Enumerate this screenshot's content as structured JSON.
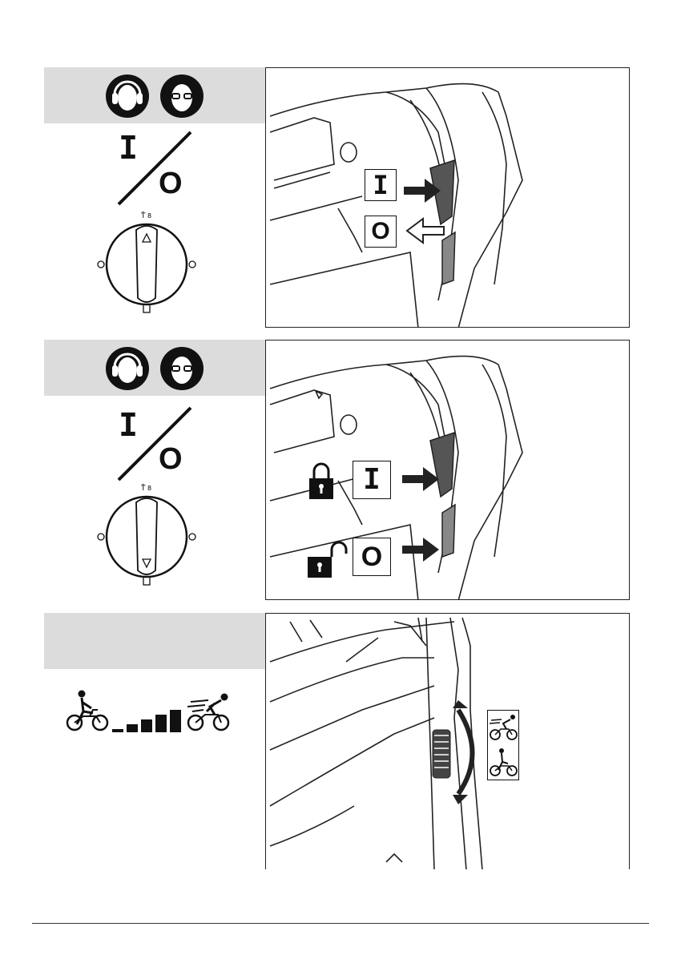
{
  "panels": [
    {
      "id": "switch-on-off",
      "symbols": {
        "on": "I",
        "off": "O"
      },
      "callouts": {
        "on": "I",
        "off": "O"
      }
    },
    {
      "id": "switch-lock",
      "symbols": {
        "on": "I",
        "off": "O"
      },
      "callouts": {
        "on": "I",
        "off": "O"
      }
    },
    {
      "id": "speed-control"
    }
  ],
  "icons": {
    "hearing_protection": "ear-protection-icon",
    "eye_protection": "eye-protection-icon",
    "mode_dial": "mode-selector-dial-icon",
    "lock": "lock-icon",
    "unlock": "unlock-icon",
    "cyclist_slow": "cyclist-slow-icon",
    "cyclist_fast": "cyclist-fast-icon",
    "speed_bars": "speed-bars-icon"
  },
  "colors": {
    "band": "#dcdcdc",
    "ink": "#111111",
    "arrow": "#222222",
    "switch": "#555555"
  }
}
